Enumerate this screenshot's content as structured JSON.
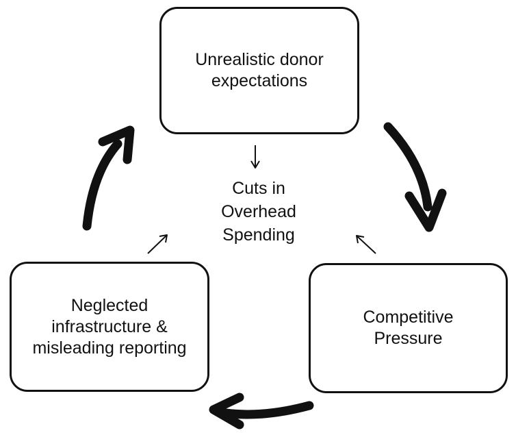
{
  "nodes": {
    "top": {
      "label": "Unrealistic donor\nexpectations"
    },
    "right": {
      "label": "Competitive\nPressure"
    },
    "left": {
      "label": "Neglected\ninfrastructure &\nmisleading reporting"
    },
    "center": {
      "label": "Cuts in\nOverhead\nSpending"
    }
  },
  "edges": [
    {
      "from": "top",
      "to": "right",
      "style": "thick"
    },
    {
      "from": "right",
      "to": "left",
      "style": "thick"
    },
    {
      "from": "left",
      "to": "top",
      "style": "thick"
    },
    {
      "from": "top",
      "to": "center",
      "style": "thin"
    },
    {
      "from": "right",
      "to": "center",
      "style": "thin"
    },
    {
      "from": "left",
      "to": "center",
      "style": "thin"
    }
  ],
  "colors": {
    "stroke": "#111111",
    "background": "#ffffff"
  }
}
